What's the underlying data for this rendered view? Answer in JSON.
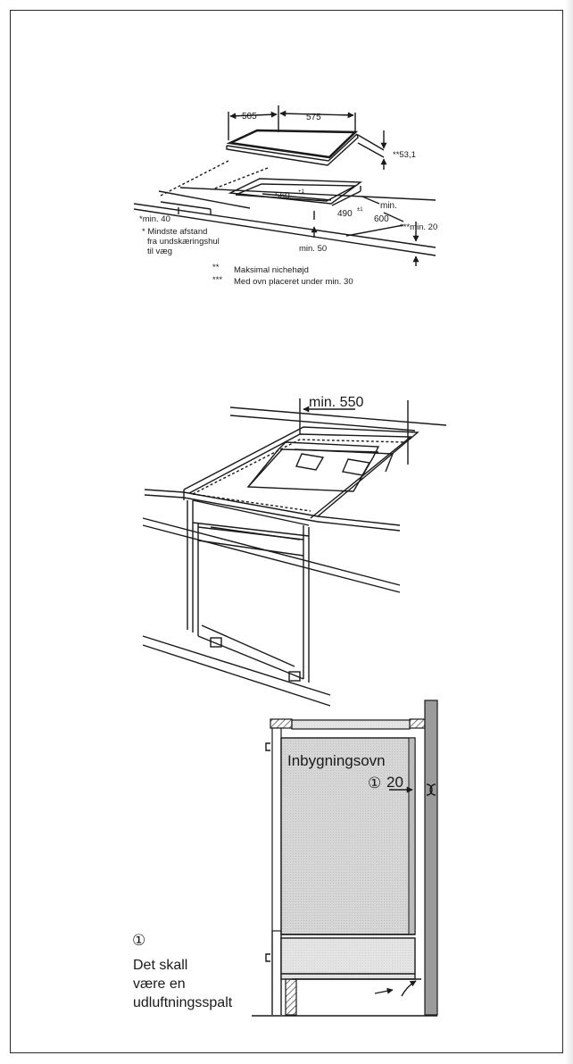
{
  "diagram1": {
    "dim_505": "505",
    "dim_575": "575",
    "dim_53": "**53,1",
    "dim_560": "560",
    "dim_560_tol": "+1",
    "dim_490": "490",
    "dim_490_tol": "±1",
    "min": "min.",
    "dim_600": "600",
    "min_20": "***min. 20",
    "min_40": "*min. 40",
    "min_50": "min. 50",
    "note_star_1": "* Mindste afstand",
    "note_star_2": "fra undskæringshul",
    "note_star_3": "til væg",
    "note_2star_mark": "**",
    "note_2star": "Maksimal nichehøjd",
    "note_3star_mark": "***",
    "note_3star": "Med ovn placeret under min. 30"
  },
  "diagram2": {
    "min_550": "min. 550"
  },
  "diagram3": {
    "oven_label": "Inbygningsovn",
    "marker": "①",
    "gap": "20",
    "note_marker": "①",
    "note_line1": "Det skall",
    "note_line2": "være en",
    "note_line3": "udluftningsspalt"
  }
}
